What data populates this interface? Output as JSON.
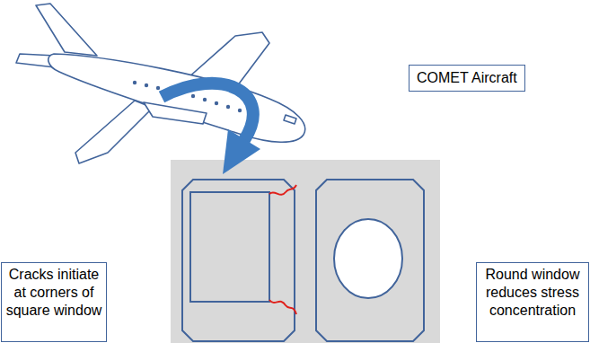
{
  "diagram": {
    "nodes": [
      {
        "text": [
          "COMET Aircraft"
        ]
      },
      {
        "text": [
          "Cracks initiate at corners of square window"
        ]
      },
      {
        "text": [
          "Round window reduces stress concentration"
        ]
      }
    ]
  }
}
